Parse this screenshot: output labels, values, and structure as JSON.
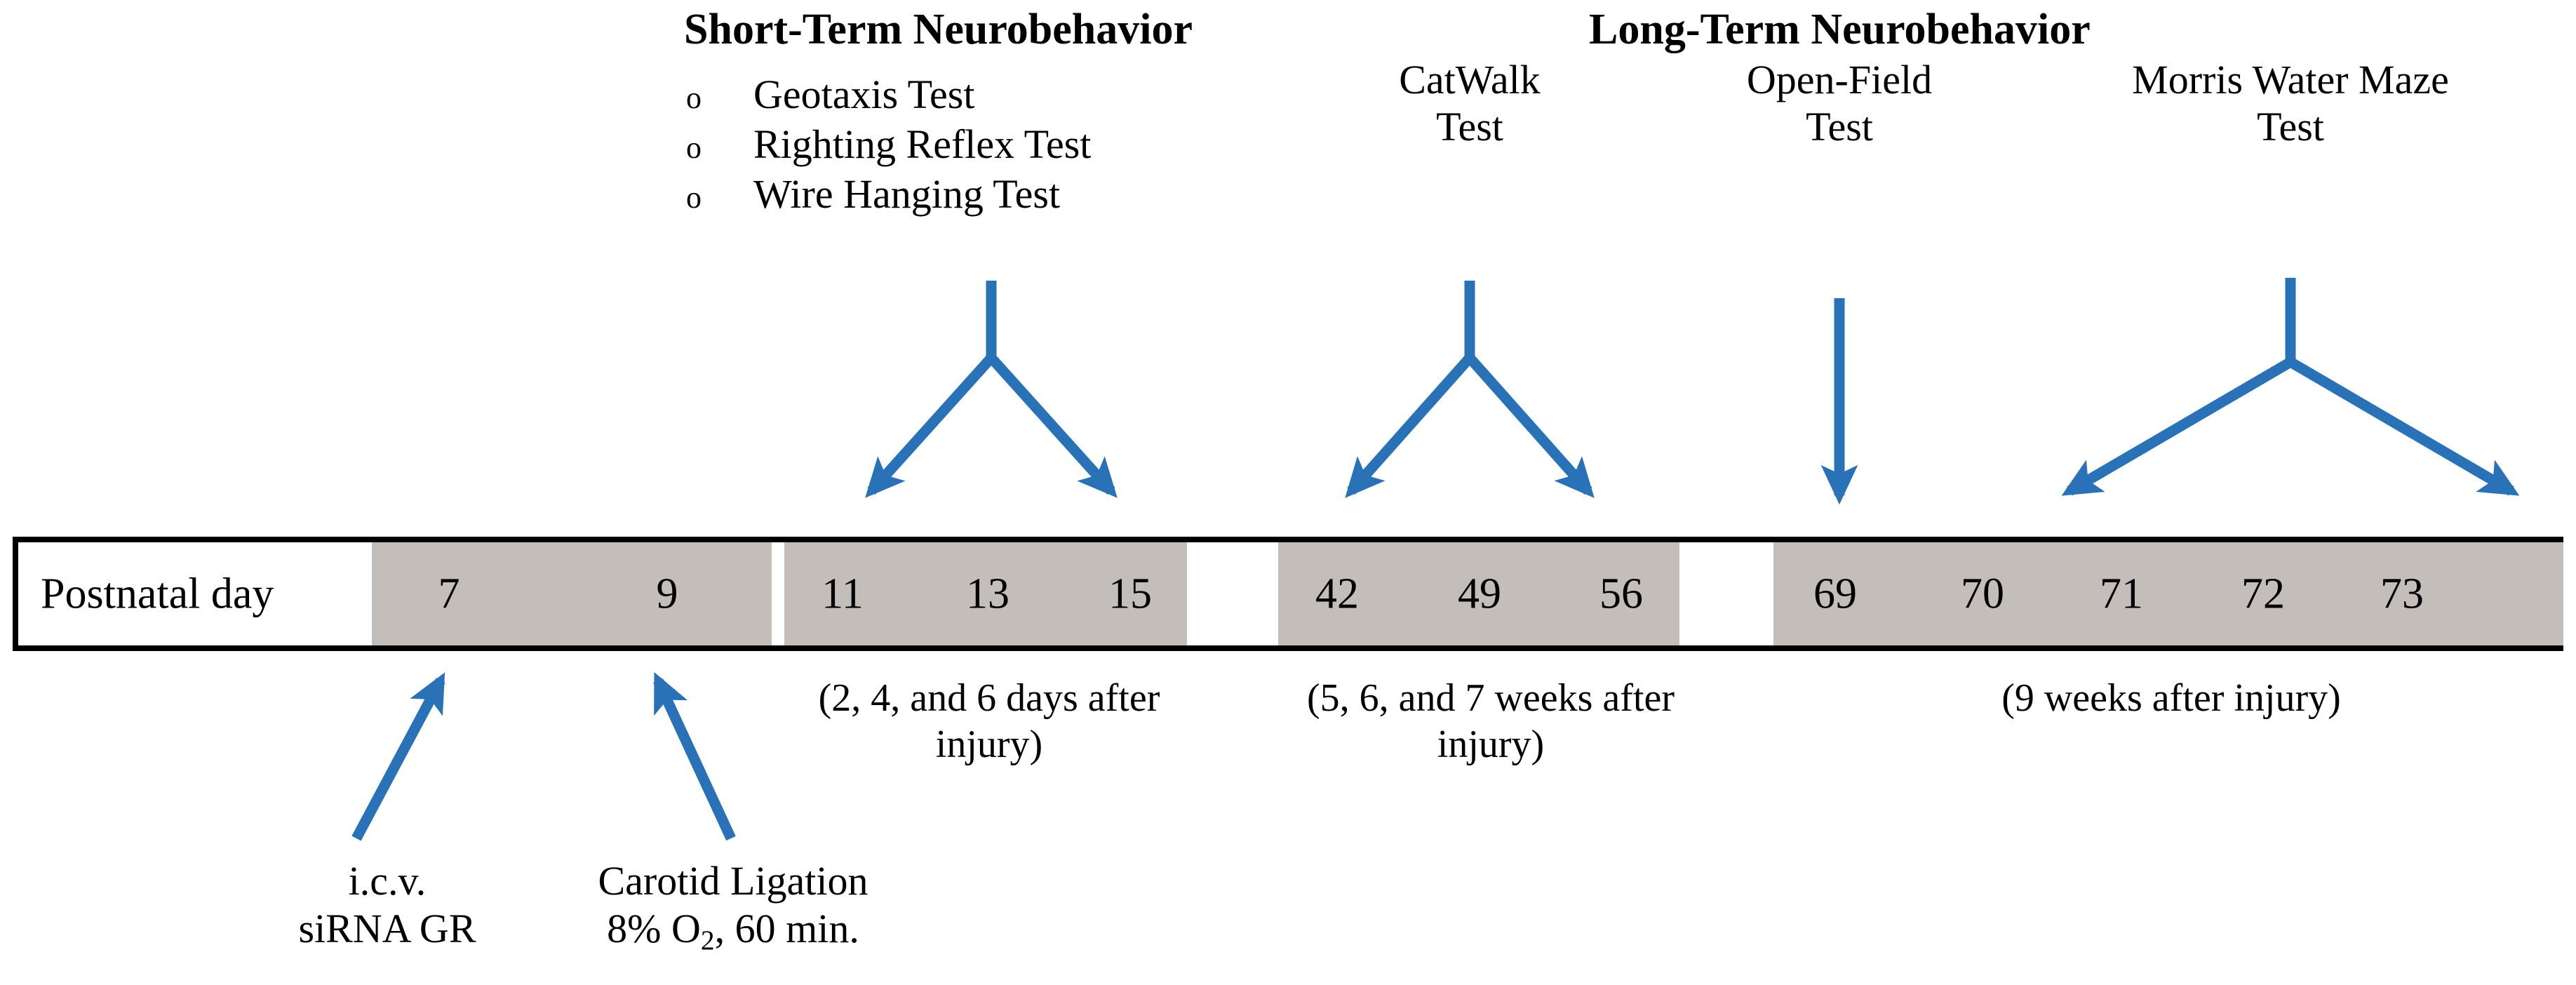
{
  "colors": {
    "arrow_blue": "#2A72B8",
    "cell_gray": "#C4BEBB",
    "border_black": "#000000",
    "background": "#FFFFFF"
  },
  "headings": {
    "short_term": "Short-Term Neurobehavior",
    "long_term": "Long-Term Neurobehavior"
  },
  "short_term_tests": [
    {
      "marker": "o",
      "label": "Geotaxis Test"
    },
    {
      "marker": "o",
      "label": "Righting Reflex Test"
    },
    {
      "marker": "o",
      "label": "Wire Hanging Test"
    }
  ],
  "long_term_tests": [
    {
      "line1": "CatWalk",
      "line2": "Test"
    },
    {
      "line1": "Open-Field",
      "line2": "Test"
    },
    {
      "line1": "Morris Water Maze",
      "line2": "Test"
    }
  ],
  "timeline": {
    "axis_label": "Postnatal day",
    "groups": [
      {
        "name": "injury-window",
        "days": [
          "7",
          "9"
        ]
      },
      {
        "name": "short-term-window",
        "days": [
          "11",
          "13",
          "15"
        ]
      },
      {
        "name": "catwalk-window",
        "days": [
          "42",
          "49",
          "56"
        ]
      },
      {
        "name": "open-field-window",
        "days": [
          "69"
        ]
      },
      {
        "name": "water-maze-window",
        "days": [
          "70",
          "71",
          "72",
          "73"
        ]
      }
    ],
    "all_days": [
      "7",
      "9",
      "11",
      "13",
      "15",
      "42",
      "49",
      "56",
      "69",
      "70",
      "71",
      "72",
      "73"
    ]
  },
  "captions": [
    {
      "line1": "(2, 4, and 6 days after",
      "line2": "injury)"
    },
    {
      "line1": "(5, 6, and 7 weeks after",
      "line2": "injury)"
    },
    {
      "line1": "(9 weeks after injury)",
      "line2": ""
    }
  ],
  "interventions": [
    {
      "line1": "i.c.v.",
      "line2": "siRNA GR",
      "target_day": "7"
    },
    {
      "line1": "Carotid Ligation",
      "line2_pre": "8% O",
      "line2_sub": "2",
      "line2_post": ", 60 min.",
      "target_day": "9"
    }
  ]
}
